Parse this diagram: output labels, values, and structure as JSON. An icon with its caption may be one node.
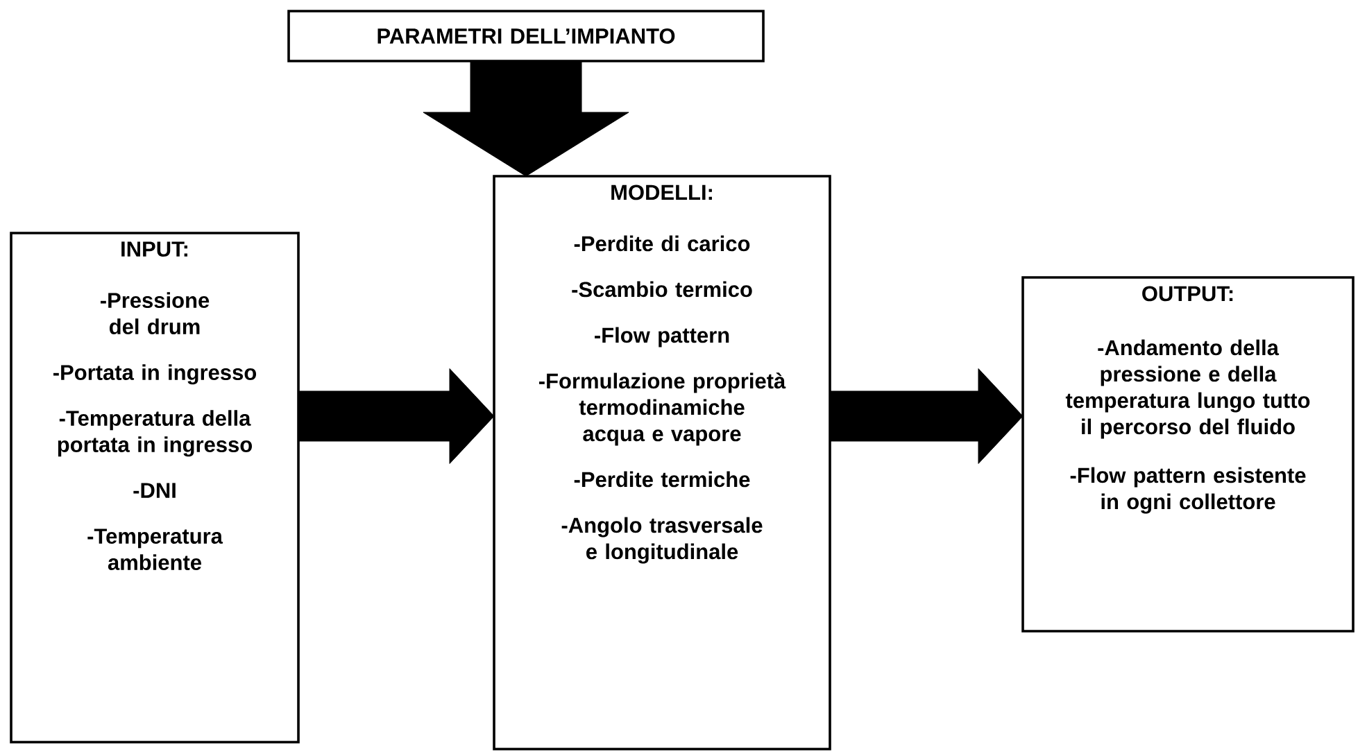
{
  "diagram": {
    "nodes": [
      {
        "text": [
          "PARAMETRI DELL’IMPIANTO"
        ]
      },
      {
        "text": [
          "INPUT:",
          "-Pressione del drum",
          "-Portata in ingresso",
          "-Temperatura della portata in ingresso",
          "-DNI",
          "-Temperatura ambiente"
        ]
      },
      {
        "text": [
          "MODELLI:",
          "-Perdite di carico",
          "-Scambio termico",
          "-Flow pattern",
          "-Formulazione proprietà termodinamiche acqua e vapore",
          "-Perdite termiche",
          "-Angolo trasversale e longitudinale"
        ]
      },
      {
        "text": [
          "OUTPUT:",
          "-Andamento della pressione e della temperatura lungo tutto il percorso del fluido",
          "-Flow pattern esistente in ogni collettore"
        ]
      }
    ],
    "edges": [
      {
        "from": 0,
        "to": 2,
        "arrow": "to",
        "style": "thick"
      },
      {
        "from": 1,
        "to": 2,
        "arrow": "to"
      },
      {
        "from": 2,
        "to": 3,
        "arrow": "to"
      }
    ]
  }
}
